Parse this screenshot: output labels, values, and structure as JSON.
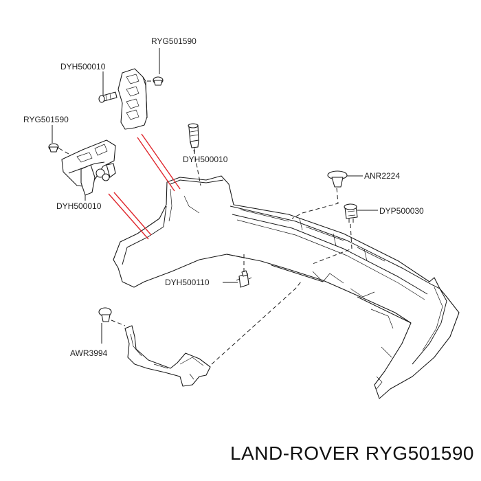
{
  "parts": [
    {
      "id": "ryg-top",
      "code": "RYG501590"
    },
    {
      "id": "dyh-top",
      "code": "DYH500010"
    },
    {
      "id": "ryg-left",
      "code": "RYG501590"
    },
    {
      "id": "dyh-center",
      "code": "DYH500010"
    },
    {
      "id": "anr",
      "code": "ANR2224"
    },
    {
      "id": "dyp",
      "code": "DYP500030"
    },
    {
      "id": "dyh-left",
      "code": "DYH500010"
    },
    {
      "id": "dyh110",
      "code": "DYH500110"
    },
    {
      "id": "awr",
      "code": "AWR3994"
    }
  ],
  "footer": {
    "title": "LAND-ROVER RYG501590"
  },
  "colors": {
    "line": "#1a1a1a",
    "accent": "#e0282e",
    "text": "#222222"
  }
}
